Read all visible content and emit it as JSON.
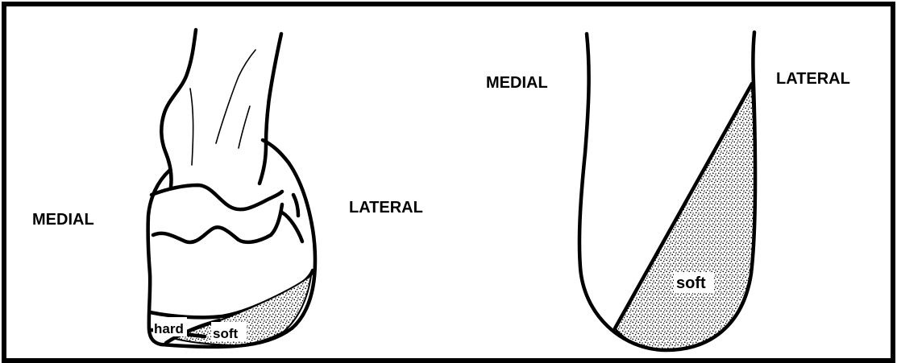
{
  "left_diagram": {
    "medial_label": "MEDIAL",
    "lateral_label": "LATERAL",
    "hard_label": "hard",
    "soft_label": "soft"
  },
  "right_diagram": {
    "medial_label": "MEDIAL",
    "lateral_label": "LATERAL",
    "soft_label": "soft"
  }
}
